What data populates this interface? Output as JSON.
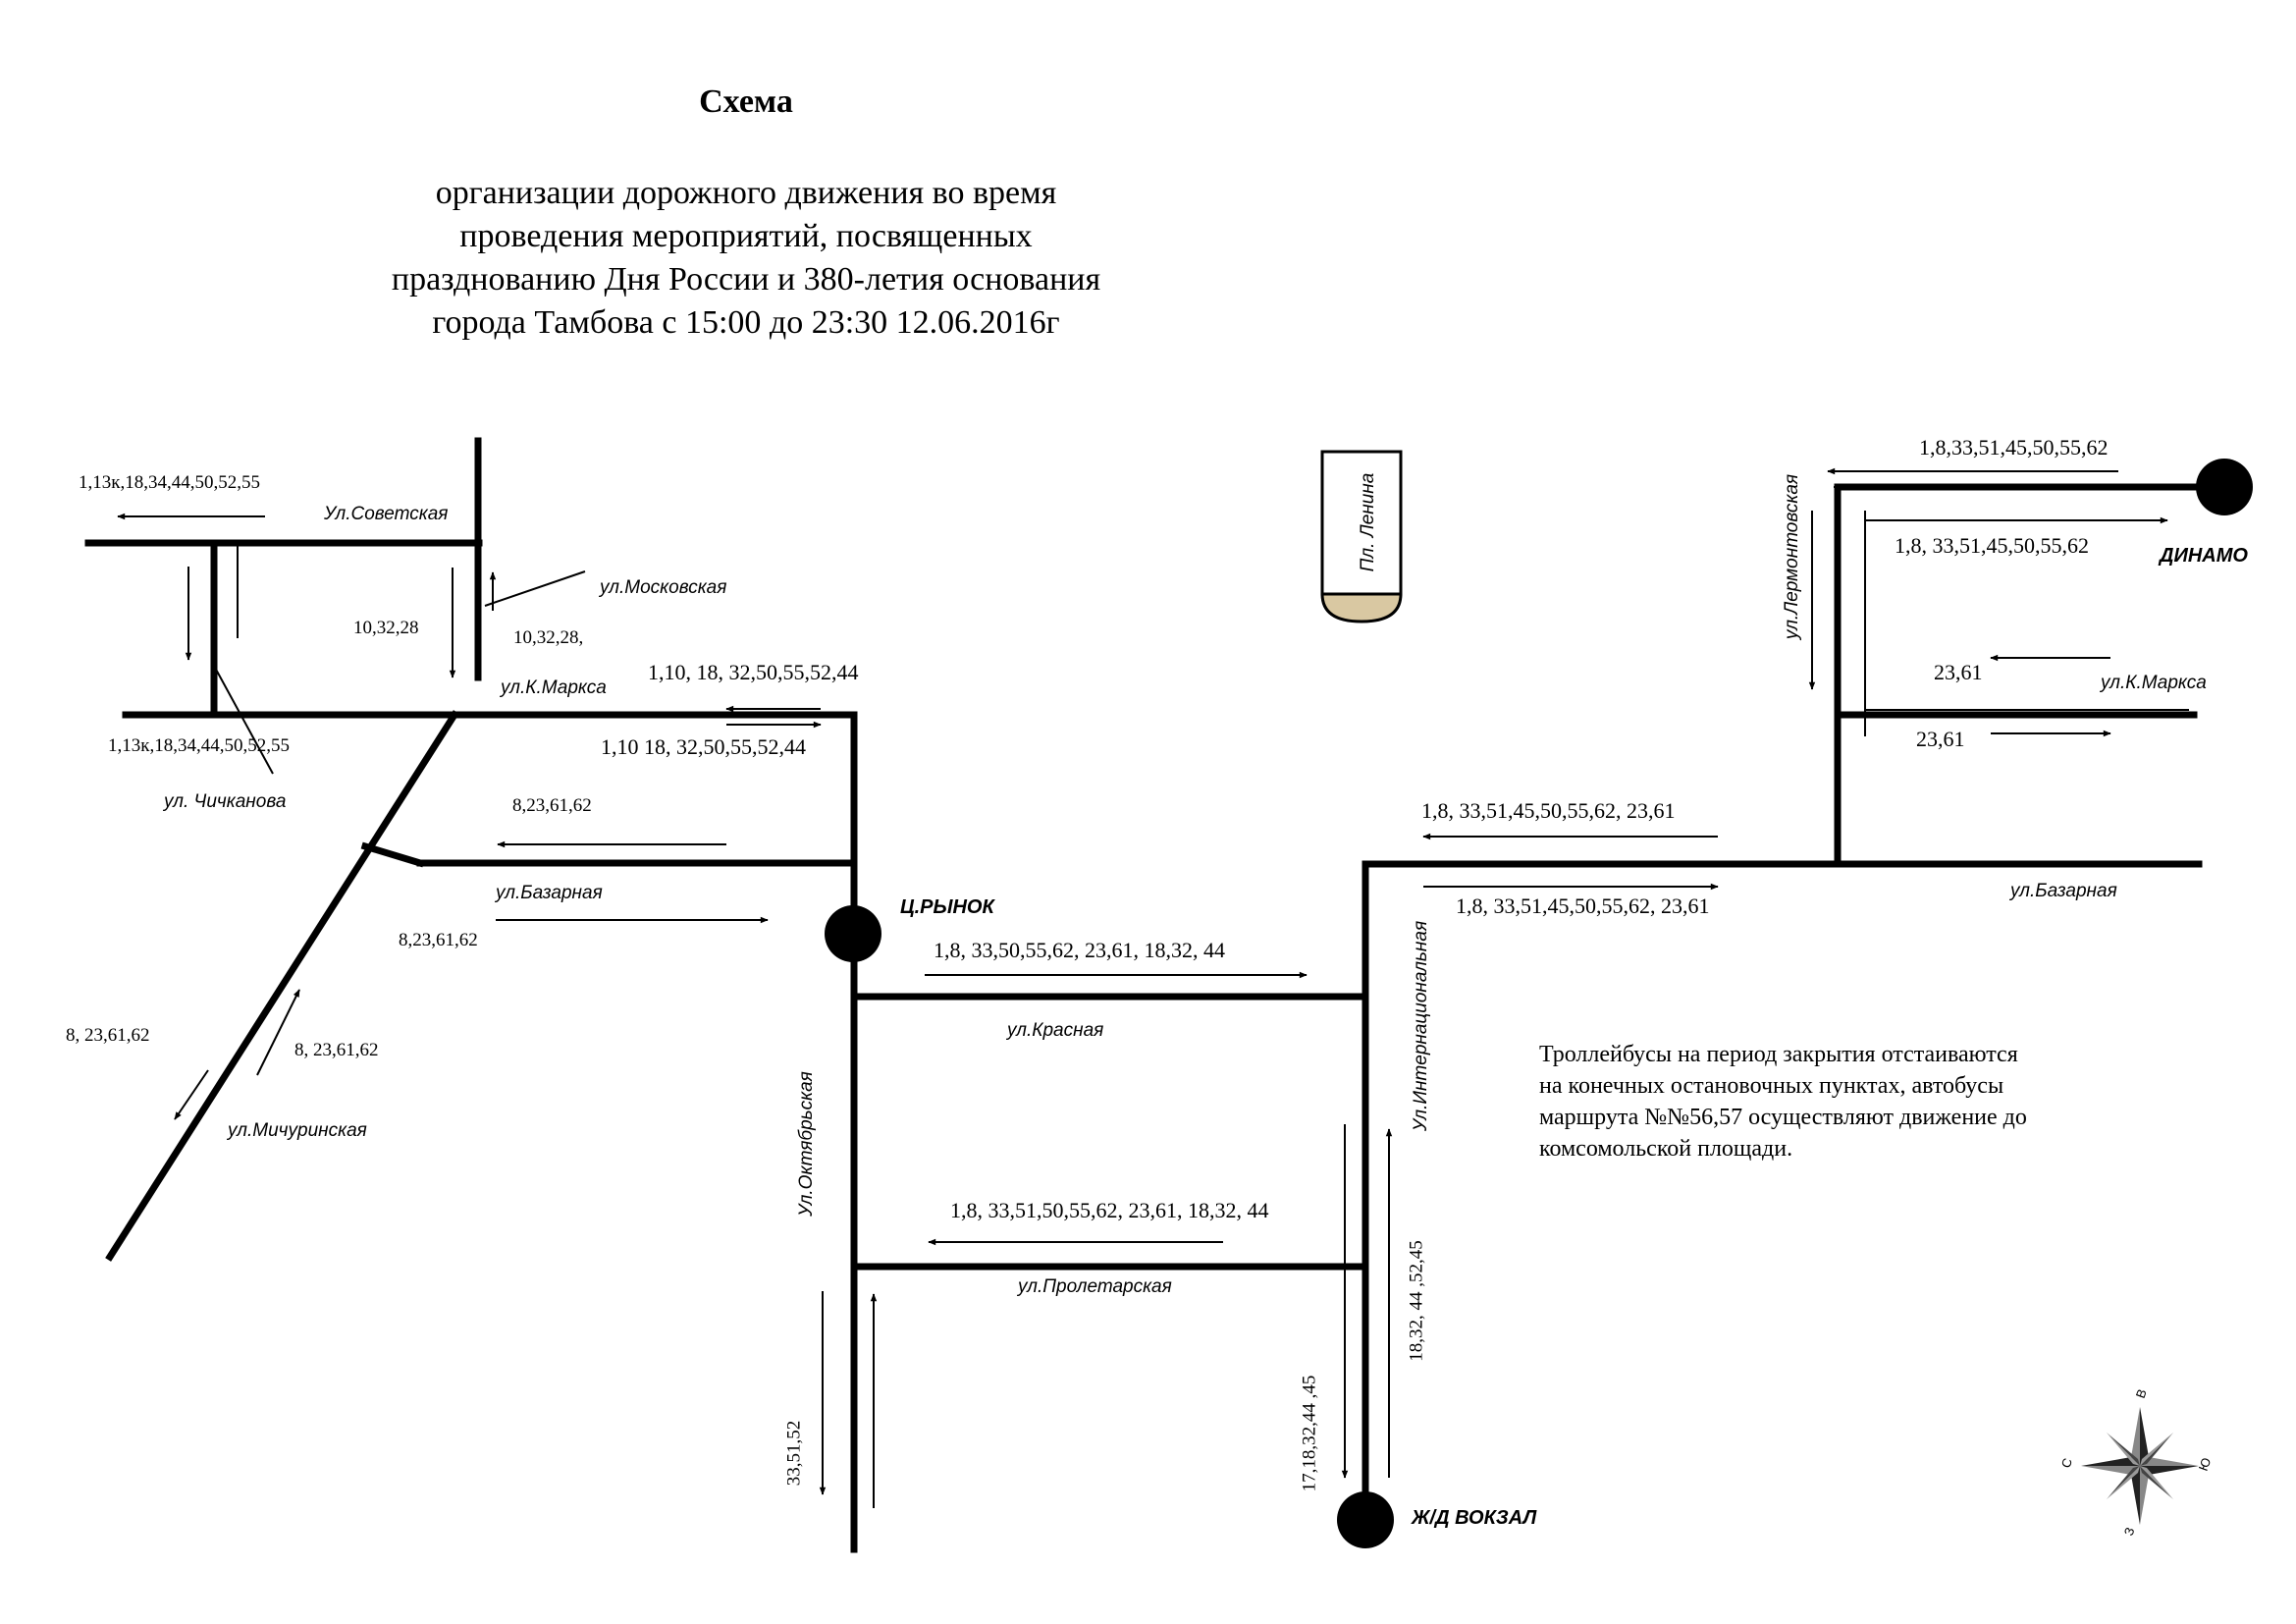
{
  "title": "Схема",
  "subtitle": [
    "организации дорожного движения во время",
    "проведения мероприятий, посвященных",
    "празднованию Дня России и 380-летия основания",
    "города Тамбова с 15:00 до 23:30  12.06.2016г"
  ],
  "streets": {
    "sovetskaya": "Ул.Советская",
    "moskovskaya": "ул.Московская",
    "k_marksa_left": "ул.К.Маркса",
    "chichkanova": "ул. Чичканова",
    "bazarnaya_left": "ул.Базарная",
    "michurinskaya": "ул.Мичуринская",
    "krasnaya": "ул.Красная",
    "oktyabrskaya": "Ул.Октябрьская",
    "proletarskaya": "ул.Пролетарская",
    "internatsionalnaya": "Ул.Интернациональная",
    "bazarnaya_right": "ул.Базарная",
    "lermontovskaya": "ул.Лермонтовская",
    "k_marksa_right": "ул.К.Маркса",
    "pl_lenina": "Пл. Ленина"
  },
  "stops": {
    "rynok": "Ц.РЫНОК",
    "dinamo": "ДИНАМО",
    "vokzal": "Ж/Д ВОКЗАЛ"
  },
  "routes": {
    "sovetskaya_top": "1,13к,18,34,44,50,52,55",
    "sovetskaya_bottom": "1,13к,18,34,44,50,52,55",
    "moskovskaya_left": "10,32,28",
    "moskovskaya_right": "10,32,28,",
    "k_marksa_top": "1,10, 18, 32,50,55,52,44",
    "k_marksa_bottom": "1,10 18, 32,50,55,52,44",
    "bazarnaya_left_top": "8,23,61,62",
    "bazarnaya_left_bottom": "8,23,61,62",
    "michurinskaya_left": "8, 23,61,62",
    "michurinskaya_right": "8, 23,61,62",
    "krasnaya": "1,8, 33,50,55,62, 23,61, 18,32, 44",
    "proletarskaya": "1,8, 33,51,50,55,62, 23,61, 18,32, 44",
    "oktyabrskaya": "33,51,52",
    "internatsionalnaya_left": "17,18,32,44 ,45",
    "internatsionalnaya_right": "18,32, 44 ,52,45",
    "bazarnaya_right_top": "1,8, 33,51,45,50,55,62, 23,61",
    "bazarnaya_right_bottom": "1,8, 33,51,45,50,55,62, 23,61",
    "dinamo_top": "1,8,33,51,45,50,55,62",
    "dinamo_bottom": "1,8, 33,51,45,50,55,62",
    "k_marksa_right_top": "23,61",
    "k_marksa_right_bottom": "23,61"
  },
  "compass": {
    "n": "С",
    "e": "В",
    "s": "Ю",
    "w": "З"
  },
  "note": "Троллейбусы на период закрытия отстаиваются на конечных остановочных пунктах, автобусы маршрута №№56,57 осуществляют движение до комсомольской площади."
}
